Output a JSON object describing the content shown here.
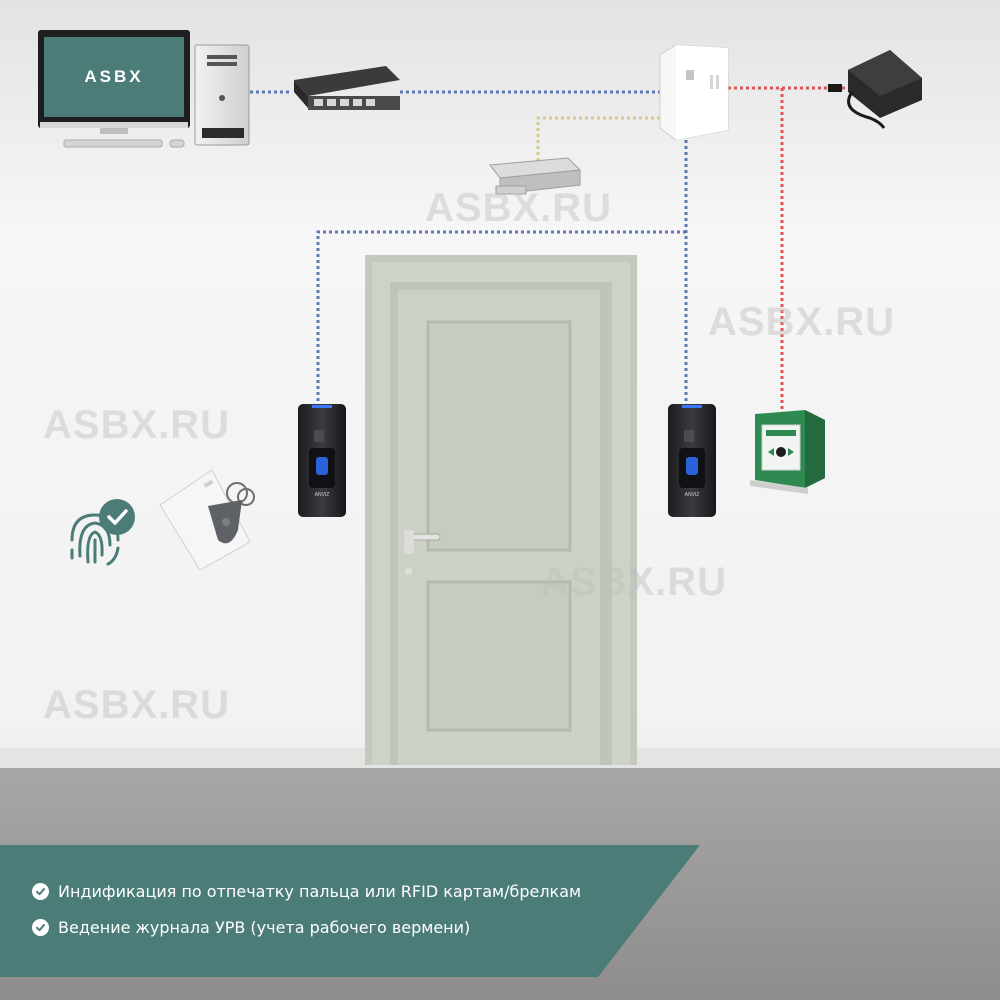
{
  "monitor": {
    "screen_text": "ASBX"
  },
  "watermarks": [
    "ASBX.RU",
    "ASBX.RU",
    "ASBX.RU",
    "ASBX.RU",
    "ASBX.RU"
  ],
  "reader_brand": "ANVIZ",
  "features": [
    "Индификация по отпечатку пальца или RFID  картам/брелкам",
    "Ведение журнала УРВ (учета рабочего вермени)"
  ],
  "colors": {
    "accent_teal": "#4b7c78",
    "data_line_blue": "#5b79b6",
    "lock_line_yellow": "#d9c98a",
    "power_line_red": "#e05656",
    "door": "#c9cfc2",
    "wall": "#f4f4f4",
    "floor": "#9d9a98",
    "exit_button_green": "#2f8a52"
  }
}
